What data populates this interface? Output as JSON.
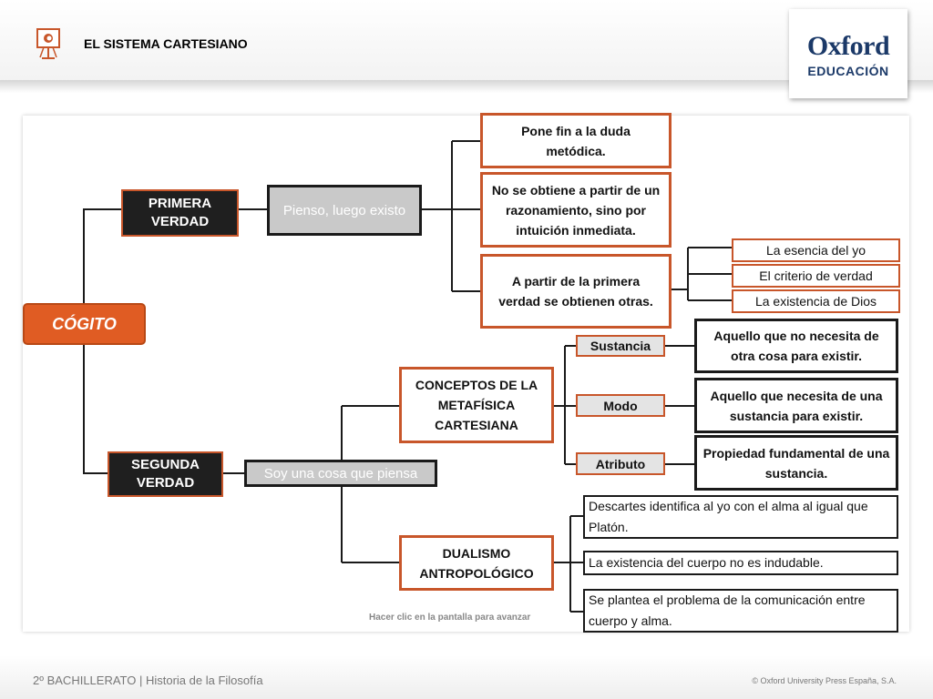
{
  "header": {
    "title": "EL SISTEMA CARTESIANO",
    "logo_word": "Oxford",
    "logo_sub": "EDUCACIÓN"
  },
  "diagram": {
    "root": "CÓGITO",
    "primera": {
      "label": "PRIMERA VERDAD",
      "statement": "Pienso, luego existo",
      "points": [
        "Pone fin a la duda metódica.",
        "No se obtiene a partir de un razonamiento, sino por intuición inmediata.",
        "A partir de la primera verdad se obtienen otras."
      ],
      "derived": [
        "La esencia del yo",
        "El criterio de verdad",
        "La existencia de Dios"
      ]
    },
    "segunda": {
      "label": "SEGUNDA VERDAD",
      "statement": "Soy una cosa que piensa",
      "concepts": {
        "label": "CONCEPTOS DE LA METAFÍSICA CARTESIANA",
        "items": [
          {
            "term": "Sustancia",
            "definition": "Aquello que no necesita de otra cosa para existir."
          },
          {
            "term": "Modo",
            "definition": "Aquello que necesita de una sustancia para existir."
          },
          {
            "term": "Atributo",
            "definition": "Propiedad fundamental de una sustancia."
          }
        ]
      },
      "dualismo": {
        "label": "DUALISMO ANTROPOLÓGICO",
        "items": [
          "Descartes identifica al yo con el alma al igual que Platón.",
          "La existencia del cuerpo no es indudable.",
          "Se plantea el problema de la comunicación entre cuerpo y alma."
        ]
      }
    },
    "hint": "Hacer clic en la pantalla para avanzar"
  },
  "footer": {
    "left": "2º BACHILLERATO | Historia de la Filosofía",
    "right": "© Oxford University Press España, S.A."
  },
  "colors": {
    "accent": "#c8562a",
    "cogito": "#e05c23",
    "oxford_blue": "#1b3968"
  }
}
